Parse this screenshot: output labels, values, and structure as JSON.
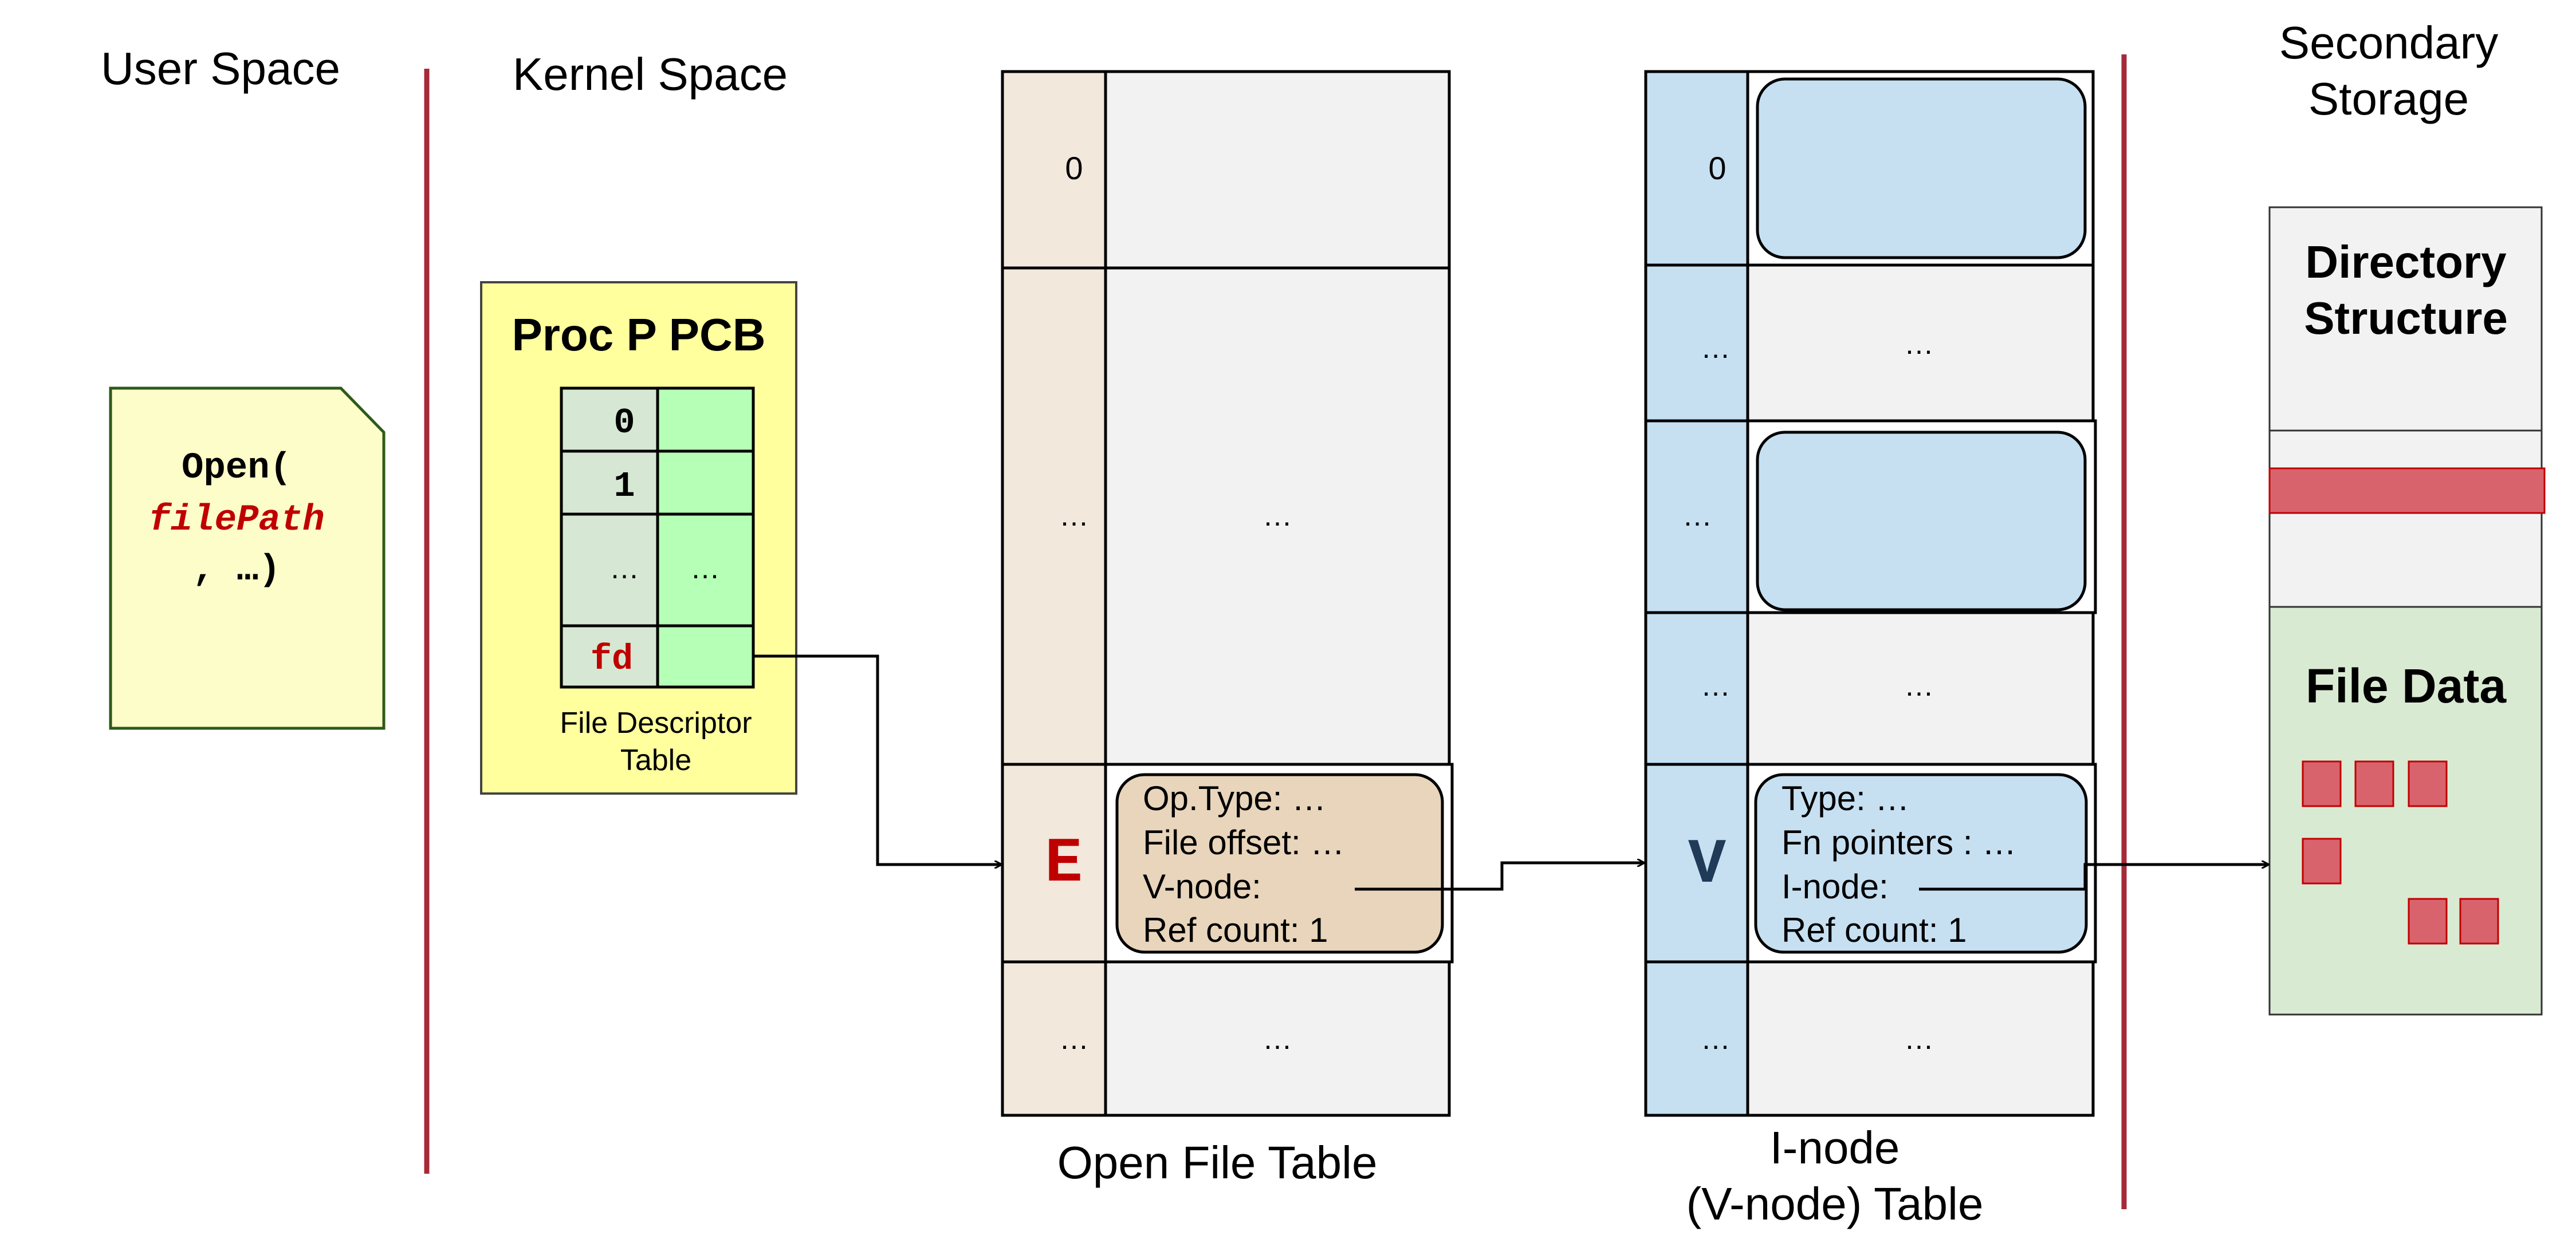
{
  "regions": {
    "user_space": "User Space",
    "kernel_space": "Kernel Space",
    "secondary_storage_line1": "Secondary",
    "secondary_storage_line2": "Storage"
  },
  "syscall_note": {
    "line1": "Open(",
    "line2": "filePath",
    "line3": ", …)"
  },
  "pcb": {
    "title": "Proc P PCB",
    "rows": [
      "0",
      "1",
      "…",
      "fd"
    ],
    "row_value_ellipsis": "…",
    "caption_line1": "File Descriptor",
    "caption_line2": "Table"
  },
  "open_file_table": {
    "caption": "Open File Table",
    "rows": [
      {
        "index": "0",
        "content": ""
      },
      {
        "index": "…",
        "content": "…"
      },
      {
        "index": "E",
        "content": ""
      },
      {
        "index": "…",
        "content": "…"
      }
    ],
    "entry_fields": [
      "Op.Type: …",
      "File offset: …",
      "V-node:",
      "Ref count: 1"
    ]
  },
  "inode_table": {
    "caption_line1": "I-node",
    "caption_line2": "(V-node) Table",
    "rows": [
      {
        "index": "0",
        "content": ""
      },
      {
        "index": "…",
        "content": "…"
      },
      {
        "index": "…",
        "content": ""
      },
      {
        "index": "…",
        "content": "…"
      },
      {
        "index": "V",
        "content": ""
      },
      {
        "index": "…",
        "content": "…"
      }
    ],
    "entry_fields": [
      "Type: …",
      "Fn pointers : …",
      "I-node:",
      "Ref count: 1"
    ]
  },
  "storage": {
    "directory_line1": "Directory",
    "directory_line2": "Structure",
    "file_data": "File Data"
  },
  "colors": {
    "divider": "#a52a3a",
    "note_fill": "#fdfdc9",
    "note_border": "#2d5a1a",
    "pcb_fill": "#ffff9e",
    "pcb_index_fill": "#d6e8d3",
    "pcb_value_fill": "#b6ffb6",
    "oft_index_fill": "#f2e8dc",
    "oft_entry_fill": "#e8d5bb",
    "inode_index_fill": "#c6e0f2",
    "inode_entry_fill": "#c6e0f2",
    "cell_fill": "#f2f2f2",
    "storage_block": "#d9636c",
    "file_data_fill": "#d9ead3",
    "accent_red": "#c00000",
    "v_label": "#1f3b57"
  }
}
